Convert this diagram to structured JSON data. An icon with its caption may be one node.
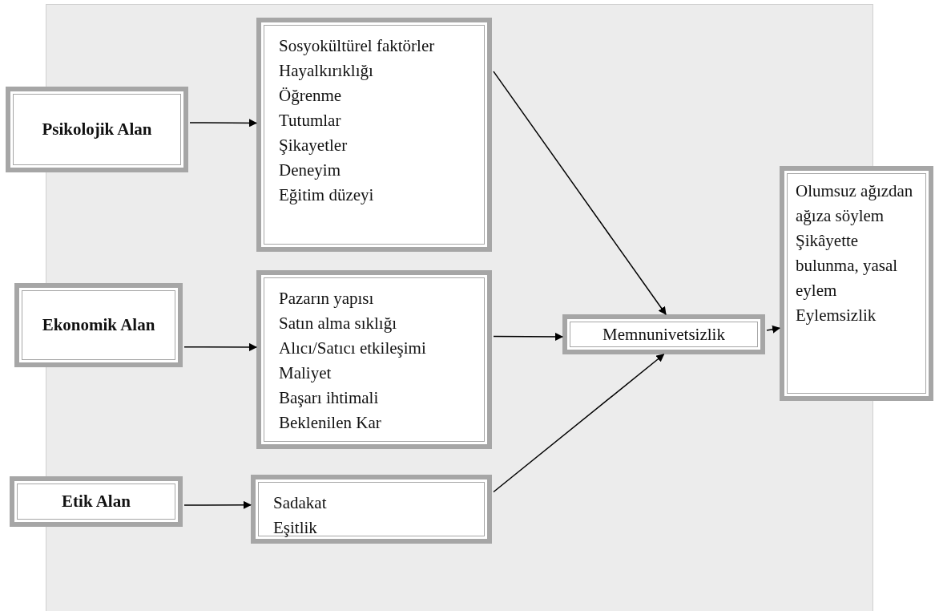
{
  "diagram": {
    "nodes": [
      {
        "text": [
          "Psikolojik Alan"
        ]
      },
      {
        "text": [
          "Sosyokültürel faktörler",
          "Hayalkırıklığı",
          "Öğrenme",
          "Tutumlar",
          "Şikayetler",
          "Deneyim",
          "Eğitim düzeyi"
        ]
      },
      {
        "text": [
          "Ekonomik Alan"
        ]
      },
      {
        "text": [
          "Pazarın yapısı",
          "Satın alma sıklığı",
          "Alıcı/Satıcı etkileşimi",
          "Maliyet",
          "Başarı ihtimali",
          "Beklenilen Kar"
        ]
      },
      {
        "text": [
          "Etik Alan"
        ]
      },
      {
        "text": [
          "Sadakat",
          "Eşitlik"
        ]
      },
      {
        "text": [
          "Memnunivetsizlik"
        ]
      },
      {
        "text": [
          "Olumsuz ağızdan ağıza söylem",
          "Şikâyette bulunma, yasal eylem",
          "Eylemsizlik"
        ]
      }
    ],
    "edges": [
      {
        "from": 0,
        "to": 1,
        "arrow": "to"
      },
      {
        "from": 2,
        "to": 3,
        "arrow": "to"
      },
      {
        "from": 4,
        "to": 5,
        "arrow": "to"
      },
      {
        "from": 1,
        "to": 6,
        "arrow": "to"
      },
      {
        "from": 3,
        "to": 6,
        "arrow": "to"
      },
      {
        "from": 5,
        "to": 6,
        "arrow": "to"
      },
      {
        "from": 6,
        "to": 7,
        "arrow": "to"
      }
    ]
  }
}
